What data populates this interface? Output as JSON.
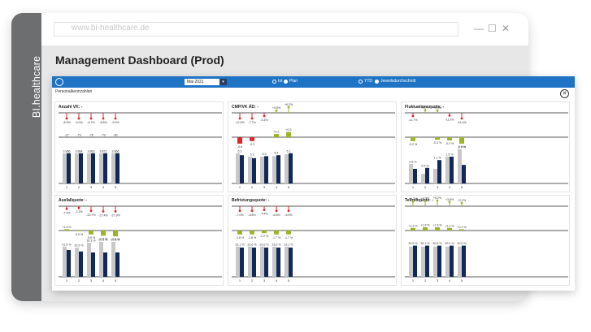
{
  "brand": "BI.healthcare",
  "window": {
    "url": "www.bi-healthcare.de",
    "minimize_glyph": "—",
    "maximize_glyph": "☐",
    "close_glyph": "✕"
  },
  "app_title": "Management Dashboard (Prod)",
  "toolbar": {
    "month_value": "Mai 2021",
    "month_button": "▾",
    "radio_ist": "Ist",
    "radio_plan": "Plan",
    "radio_ytd": "YTD",
    "radio_jeweils": "Jeweilsdurchschnitt"
  },
  "section_label": "Personalkennzahlen",
  "close_glyph": "✕",
  "colors": {
    "accent": "#1f73c5",
    "bar_prev": "#c8c8c8",
    "bar_curr": "#10295a",
    "neg": "#e0262b",
    "pos": "#9bb526"
  },
  "cards": [
    {
      "title": "Anzahl VK: -",
      "top_labels": [
        "-8.9%",
        "-9.0%",
        "-8.7%",
        "-8.8%",
        "-9.0%"
      ],
      "top_deltas": [
        -1,
        -1,
        -1,
        -1,
        -1
      ],
      "mid_labels": [
        "-27",
        "-79",
        "-78",
        "-79",
        "-80"
      ],
      "mid_deltas": [
        0,
        0,
        0,
        0,
        0
      ],
      "val_labels": [
        "3.966",
        "3.864",
        "3.863",
        "3.872",
        "3.866"
      ],
      "prev": [
        0.62,
        0.62,
        0.62,
        0.62,
        0.62
      ],
      "curr": [
        0.62,
        0.62,
        0.62,
        0.62,
        0.62
      ],
      "x": [
        "1",
        "2",
        "3",
        "4",
        "5"
      ]
    },
    {
      "title": "CMP/VK ÄD: -",
      "top_labels": [
        "-12.5%",
        "-7.7%",
        "-3.4%",
        "+0.5%",
        "+6.2%"
      ],
      "top_deltas": [
        -1,
        -1,
        -0.5,
        0.3,
        1
      ],
      "mid_labels": [
        "-0.6",
        "-0.3",
        "",
        "+0.2",
        "+0.3"
      ],
      "mid_deltas": [
        -1,
        -0.6,
        0,
        0.5,
        0.8
      ],
      "val_labels": [
        "6.2",
        "5.3",
        "5.3",
        "5.4",
        "6.1"
      ],
      "prev": [
        0.62,
        0.55,
        0.55,
        0.56,
        0.6
      ],
      "curr": [
        0.58,
        0.52,
        0.56,
        0.58,
        0.62
      ],
      "x": [
        "1",
        "2",
        "3",
        "4",
        "5"
      ]
    },
    {
      "title": "Fluktuationsquote: -",
      "top_labels": [
        "-11.7%",
        "-8.2%",
        "+5.1%",
        "-11.3%",
        "-41.4%"
      ],
      "top_deltas": [
        -0.5,
        0.4,
        0.3,
        -0.4,
        -1
      ],
      "mid_labels": [
        "-0.2 %",
        "",
        "-0.3 %",
        "-0.3 %",
        "-0.5 %"
      ],
      "mid_deltas": [
        -0.6,
        0,
        -0.4,
        -0.5,
        -1
      ],
      "val_labels": [
        "0.8 %",
        "0.5 %",
        "1.1 %",
        "1.5 %",
        "1.7 %"
      ],
      "prev": [
        0.4,
        0.2,
        0.3,
        0.55,
        0.7
      ],
      "curr": [
        0.3,
        0.32,
        0.48,
        0.55,
        0.38
      ],
      "x": [
        "1",
        "2",
        "3",
        "4",
        "5"
      ]
    },
    {
      "title": "Ausfallquote: -",
      "top_labels": [
        "-7.4%",
        "-2.2%",
        "-22.7%",
        "-27.4%",
        "-27.9%"
      ],
      "top_deltas": [
        -0.4,
        -0.2,
        -0.8,
        -0.9,
        -0.9
      ],
      "mid_labels": [
        "+1.9 %",
        "-0.5 %",
        "-5.6 %",
        "-7.4 %",
        "-7.5 %"
      ],
      "mid_deltas": [
        0.2,
        -0.1,
        -0.6,
        -0.8,
        -0.9
      ],
      "val_labels": [
        "21.5 %",
        "20.5 %",
        "16.3 %",
        "20.5 %",
        "20.5 %"
      ],
      "prev": [
        0.62,
        0.6,
        0.7,
        0.72,
        0.72
      ],
      "curr": [
        0.55,
        0.52,
        0.5,
        0.5,
        0.5
      ],
      "x": [
        "1",
        "2",
        "3",
        "4",
        "5"
      ]
    },
    {
      "title": "Befristungsquote: -",
      "top_labels": [
        "-7.0%",
        "-6.8%",
        "-4.4%",
        "-6.8%",
        "-6.9%"
      ],
      "top_deltas": [
        -0.8,
        -0.8,
        -0.6,
        -0.8,
        -0.8
      ],
      "mid_labels": [
        "-1.8 %",
        "-1.8 %",
        "-1.2 %",
        "-1.7 %",
        "-1.7 %"
      ],
      "mid_deltas": [
        -0.6,
        -0.6,
        -0.4,
        -0.6,
        -0.6
      ],
      "val_labels": [
        "23.1 %",
        "23.6 %",
        "23.6 %",
        "23.6 %",
        "23.1 %"
      ],
      "prev": [
        0.62,
        0.62,
        0.62,
        0.62,
        0.62
      ],
      "curr": [
        0.6,
        0.6,
        0.6,
        0.6,
        0.6
      ],
      "x": [
        "1",
        "2",
        "3",
        "4",
        "5"
      ]
    },
    {
      "title": "Teilzeitquote: -",
      "top_labels": [
        "+4.2%",
        "+4.9%",
        "+5.2%",
        "+3.8%",
        "+2.2%"
      ],
      "top_deltas": [
        0.8,
        0.9,
        1,
        0.7,
        0.5
      ],
      "mid_labels": [
        "+1.2 %",
        "+1.6 %",
        "+1.6 %",
        "+1.2 %",
        "+0.1 %"
      ],
      "mid_deltas": [
        0.4,
        0.5,
        0.5,
        0.4,
        0.2
      ],
      "val_labels": [
        "30.5 %",
        "30.7 %",
        "30.6 %",
        "30.0 %",
        "30.5 %"
      ],
      "prev": [
        0.62,
        0.62,
        0.62,
        0.62,
        0.62
      ],
      "curr": [
        0.64,
        0.64,
        0.64,
        0.64,
        0.64
      ],
      "x": [
        "1",
        "2",
        "3",
        "4",
        "5"
      ]
    }
  ]
}
